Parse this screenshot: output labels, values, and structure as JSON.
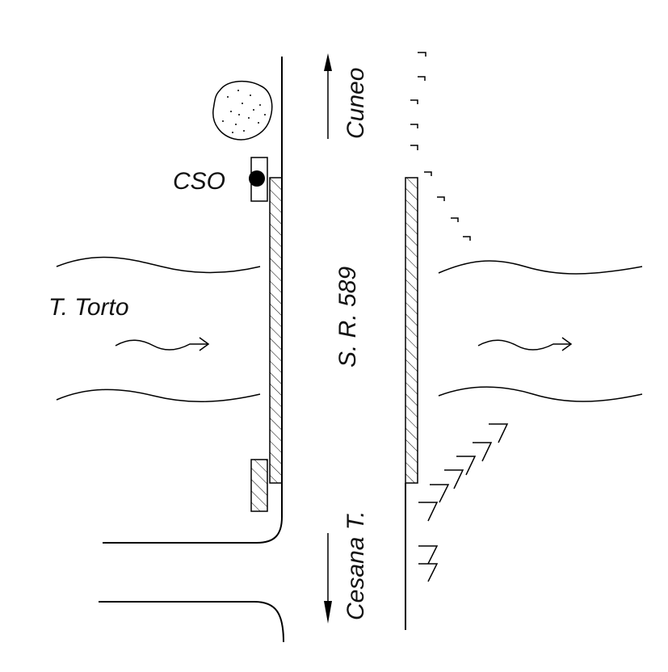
{
  "labels": {
    "cso": "CSO",
    "stream": "T. Torto",
    "road": "S. R. 589",
    "north": "Cuneo",
    "south": "Cesana T."
  },
  "colors": {
    "ink": "#000000",
    "background": "#ffffff"
  },
  "icons": {
    "cso_marker": "filled-circle",
    "tree": "stippled-blob",
    "flow": "wavy-arrow"
  }
}
